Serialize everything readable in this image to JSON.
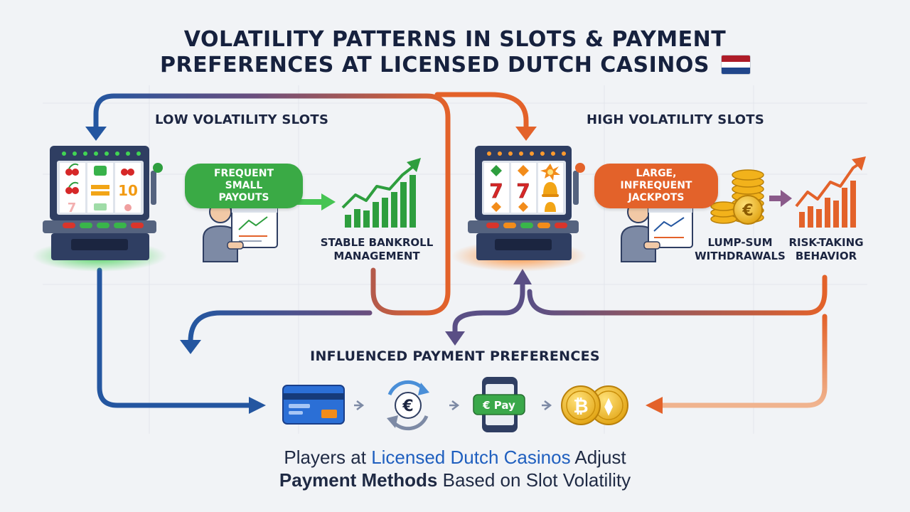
{
  "title": {
    "line1": "VOLATILITY PATTERNS IN SLOTS & PAYMENT",
    "line2": "PREFERENCES AT LICENSED DUTCH CASINOS"
  },
  "colors": {
    "low": "#2e9e3e",
    "high": "#e3622a",
    "blue_flow": "#2456a0",
    "flag": [
      "#ae1c28",
      "#ffffff",
      "#21468b"
    ]
  },
  "low": {
    "heading": "LOW VOLATILITY SLOTS",
    "pill": [
      "FREQUENT SMALL",
      "PAYOUTS"
    ],
    "outcome": [
      "STABLE BANKROLL",
      "MANAGEMENT"
    ],
    "reel_symbols": [
      "cherry",
      "bar",
      "cherry",
      "cherry",
      "bar",
      "10",
      "seven",
      "bar",
      "cherry"
    ],
    "reel_ten": "10"
  },
  "high": {
    "heading": "HIGH VOLATILITY SLOTS",
    "pill": [
      "LARGE, INFREQUENT",
      "JACKPOTS"
    ],
    "withdrawal": [
      "LUMP-SUM",
      "WITHDRAWALS"
    ],
    "behavior": [
      "RISK-TAKING",
      "BEHAVIOR"
    ],
    "reel_symbols": [
      "diamond",
      "diamond",
      "burst",
      "seven",
      "seven",
      "bell",
      "diamond",
      "diamond",
      "bell"
    ],
    "seven": "7",
    "coin_symbol": "€"
  },
  "payments": {
    "heading": "INFLUENCED PAYMENT PREFERENCES",
    "methods": [
      "card-icon",
      "euro-exchange-icon",
      "epay-phone-icon",
      "crypto-coins-icon"
    ],
    "euro_symbol": "€",
    "epay_label": "€ Pay",
    "bitcoin_symbol": "₿",
    "eth_symbol": "⧫"
  },
  "footer": {
    "line1_a": "Players at ",
    "line1_b": "Licensed Dutch Casinos",
    "line1_c": " Adjust",
    "line2_a": "Payment Methods",
    "line2_b": " Based on Slot Volatility"
  }
}
